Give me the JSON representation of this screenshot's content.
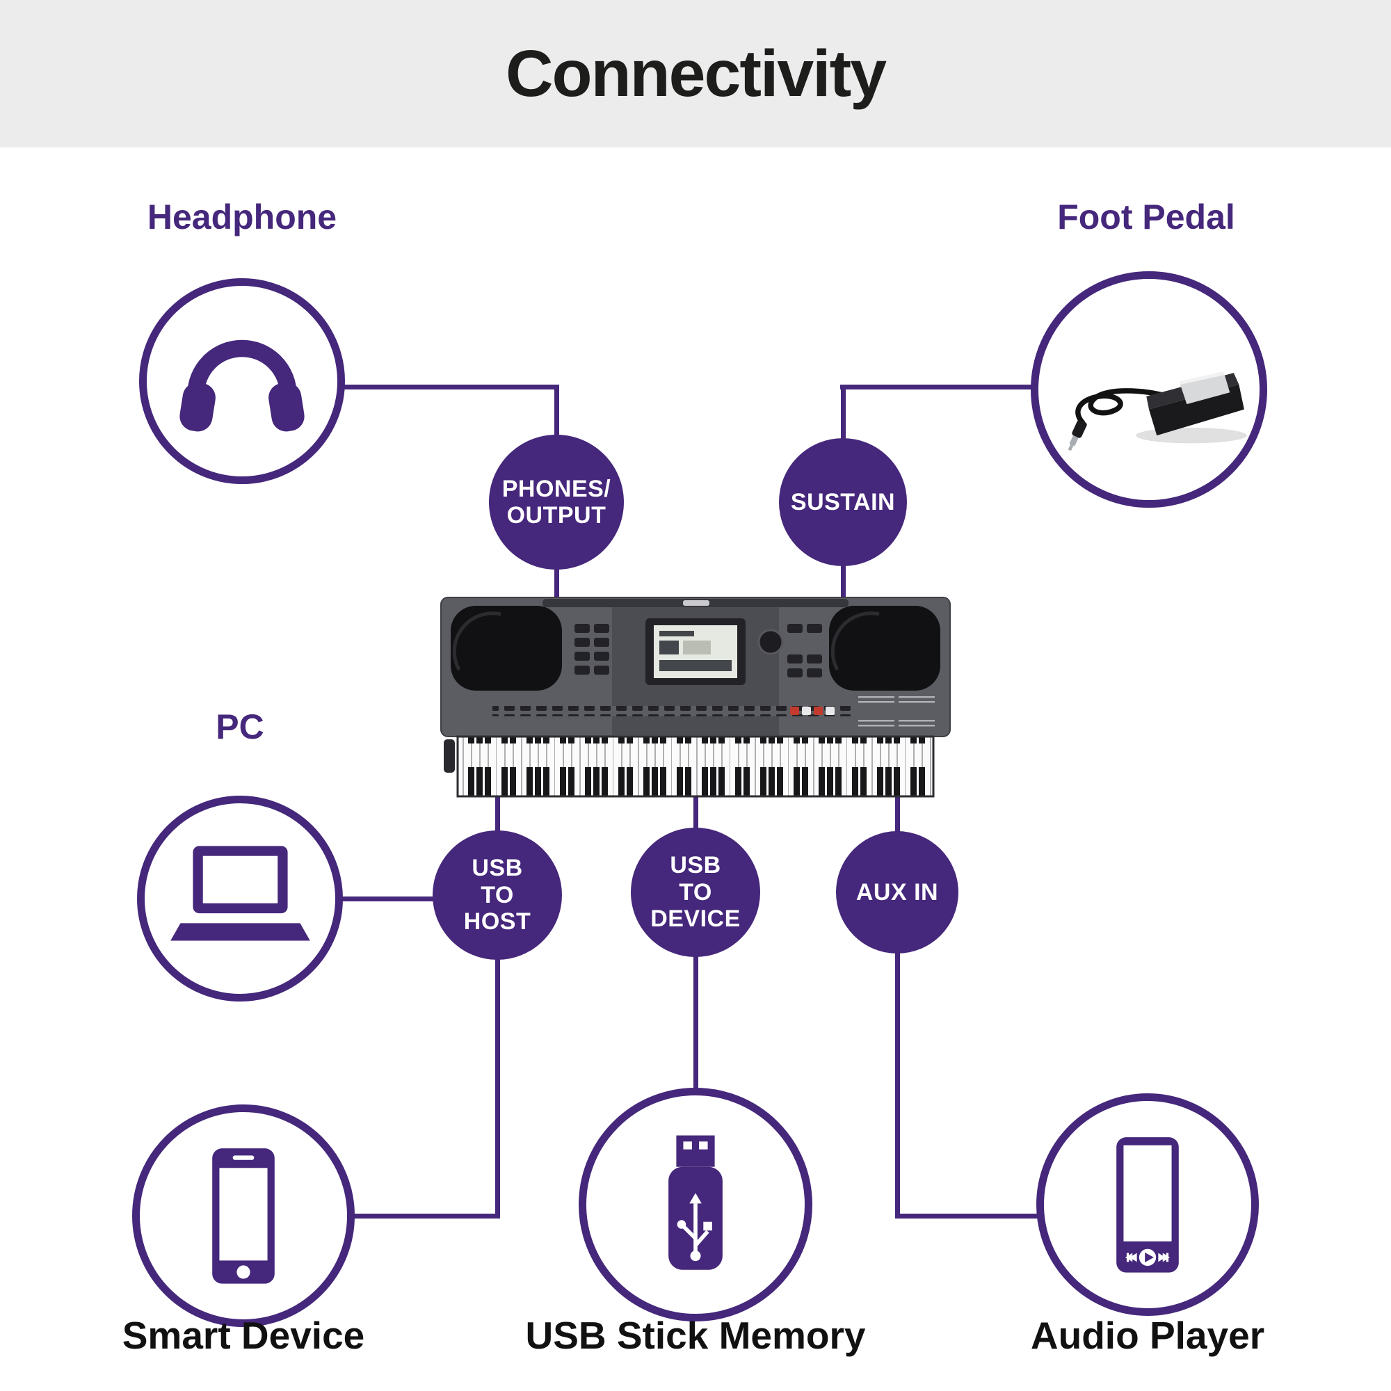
{
  "title": "Connectivity",
  "colors": {
    "purple": "#45277B",
    "banner_bg": "#ECECEC",
    "title_color": "#1D1D1B",
    "label_dark": "#111111"
  },
  "devices": {
    "headphone": {
      "label": "Headphone",
      "icon": "headphones-icon"
    },
    "foot_pedal": {
      "label": "Foot Pedal",
      "icon": "sustain-pedal-icon"
    },
    "pc": {
      "label": "PC",
      "icon": "laptop-icon"
    },
    "smart_device": {
      "label": "Smart Device",
      "icon": "smartphone-icon"
    },
    "usb_stick": {
      "label": "USB Stick Memory",
      "icon": "usb-stick-icon"
    },
    "audio_player": {
      "label": "Audio Player",
      "icon": "audio-player-icon"
    }
  },
  "ports": {
    "phones_output": {
      "line1": "PHONES/",
      "line2": "OUTPUT"
    },
    "sustain": {
      "line1": "SUSTAIN"
    },
    "usb_to_host": {
      "line1": "USB",
      "line2": "TO",
      "line3": "HOST"
    },
    "usb_to_device": {
      "line1": "USB",
      "line2": "TO",
      "line3": "DEVICE"
    },
    "aux_in": {
      "line1": "AUX IN"
    }
  },
  "center_device": {
    "name": "portable keyboard"
  }
}
